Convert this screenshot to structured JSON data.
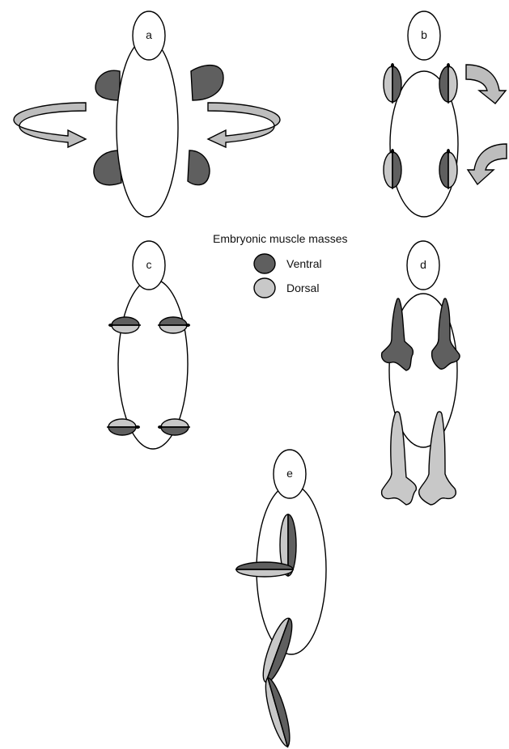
{
  "panels": {
    "a": {
      "label": "a"
    },
    "b": {
      "label": "b"
    },
    "c": {
      "label": "c"
    },
    "d": {
      "label": "d"
    },
    "e": {
      "label": "e"
    }
  },
  "legend": {
    "title": "Embryonic muscle masses",
    "items": [
      {
        "label": "Ventral",
        "color": "#5f5f5f"
      },
      {
        "label": "Dorsal",
        "color": "#c8c8c8"
      }
    ]
  },
  "colors": {
    "ventral": "#5f5f5f",
    "dorsal": "#c8c8c8",
    "arrow": "#bdbdbd",
    "outline": "#000000",
    "body": "#ffffff"
  }
}
